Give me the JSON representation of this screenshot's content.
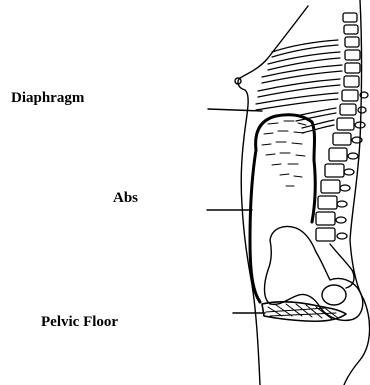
{
  "figure": {
    "labels": {
      "diaphragm": "Diaphragm",
      "abs": "Abs",
      "pelvic_floor": "Pelvic Floor"
    }
  }
}
